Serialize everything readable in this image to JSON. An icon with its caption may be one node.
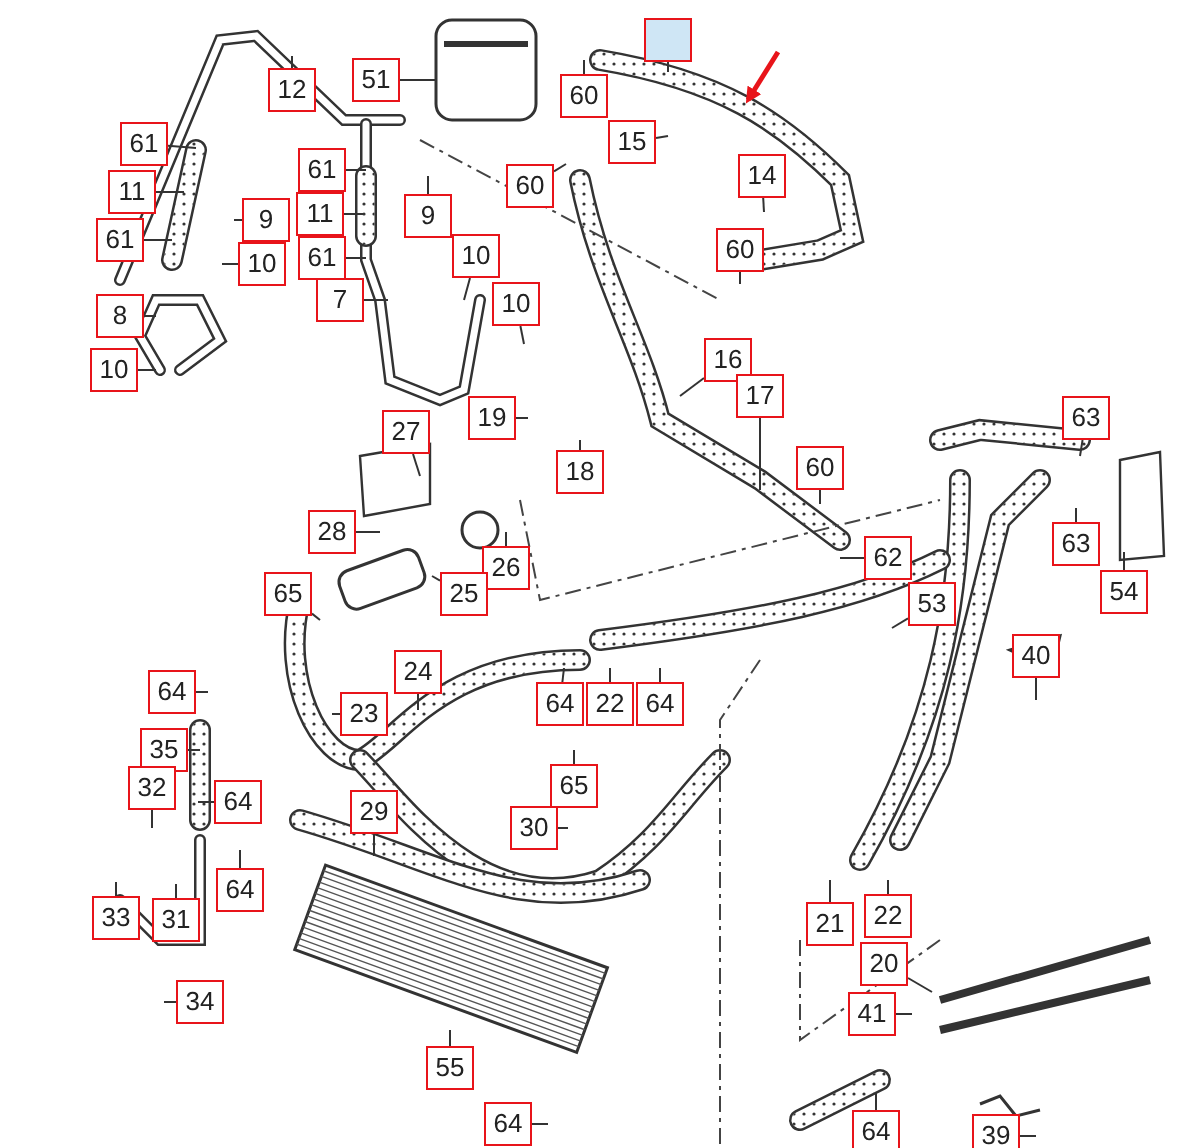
{
  "diagram": {
    "nodes": [
      {
        "text": [
          "12"
        ]
      },
      {
        "text": [
          "51"
        ]
      },
      {
        "text": [
          "60"
        ]
      },
      {
        "text": [],
        "shape": "box"
      },
      {
        "text": [
          "15"
        ]
      },
      {
        "text": [
          "14"
        ]
      },
      {
        "text": [
          "61"
        ]
      },
      {
        "text": [
          "11"
        ]
      },
      {
        "text": [
          "61"
        ]
      },
      {
        "text": [
          "9"
        ]
      },
      {
        "text": [
          "10"
        ]
      },
      {
        "text": [
          "61"
        ]
      },
      {
        "text": [
          "11"
        ]
      },
      {
        "text": [
          "61"
        ]
      },
      {
        "text": [
          "60"
        ]
      },
      {
        "text": [
          "9"
        ]
      },
      {
        "text": [
          "10"
        ]
      },
      {
        "text": [
          "10"
        ]
      },
      {
        "text": [
          "60"
        ]
      },
      {
        "text": [
          "8"
        ]
      },
      {
        "text": [
          "10"
        ]
      },
      {
        "text": [
          "7"
        ]
      },
      {
        "text": [
          "16"
        ]
      },
      {
        "text": [
          "17"
        ]
      },
      {
        "text": [
          "19"
        ]
      },
      {
        "text": [
          "27"
        ]
      },
      {
        "text": [
          "18"
        ]
      },
      {
        "text": [
          "60"
        ]
      },
      {
        "text": [
          "63"
        ]
      },
      {
        "text": [
          "28"
        ]
      },
      {
        "text": [
          "26"
        ]
      },
      {
        "text": [
          "25"
        ]
      },
      {
        "text": [
          "65"
        ]
      },
      {
        "text": [
          "62"
        ]
      },
      {
        "text": [
          "53"
        ]
      },
      {
        "text": [
          "63"
        ]
      },
      {
        "text": [
          "54"
        ]
      },
      {
        "text": [
          "40"
        ]
      },
      {
        "text": [
          "24"
        ]
      },
      {
        "text": [
          "23"
        ]
      },
      {
        "text": [
          "64"
        ]
      },
      {
        "text": [
          "64"
        ]
      },
      {
        "text": [
          "22"
        ]
      },
      {
        "text": [
          "64"
        ]
      },
      {
        "text": [
          "35"
        ]
      },
      {
        "text": [
          "65"
        ]
      },
      {
        "text": [
          "32"
        ]
      },
      {
        "text": [
          "64"
        ]
      },
      {
        "text": [
          "29"
        ]
      },
      {
        "text": [
          "30"
        ]
      },
      {
        "text": [
          "64"
        ]
      },
      {
        "text": [
          "33"
        ]
      },
      {
        "text": [
          "31"
        ]
      },
      {
        "text": [
          "34"
        ]
      },
      {
        "text": [
          "55"
        ]
      },
      {
        "text": [
          "21"
        ]
      },
      {
        "text": [
          "22"
        ]
      },
      {
        "text": [
          "20"
        ]
      },
      {
        "text": [
          "41"
        ]
      },
      {
        "text": [
          "64"
        ]
      },
      {
        "text": [
          "64"
        ]
      },
      {
        "text": [
          "39"
        ]
      }
    ],
    "edges": [
      {
        "from": 0,
        "to": null,
        "arrow": "none"
      },
      {
        "from": 1,
        "to": null,
        "arrow": "none"
      },
      {
        "from": 2,
        "to": null,
        "arrow": "none"
      },
      {
        "from": 3,
        "to": null,
        "arrow": "none"
      },
      {
        "from": 4,
        "to": null,
        "arrow": "none"
      },
      {
        "from": 5,
        "to": null,
        "arrow": "none"
      },
      {
        "from": 6,
        "to": null,
        "arrow": "none"
      },
      {
        "from": 7,
        "to": null,
        "arrow": "none"
      },
      {
        "from": 8,
        "to": null,
        "arrow": "none"
      },
      {
        "from": 9,
        "to": null,
        "arrow": "none"
      },
      {
        "from": 10,
        "to": null,
        "arrow": "none"
      },
      {
        "from": 11,
        "to": null,
        "arrow": "none"
      },
      {
        "from": 12,
        "to": null,
        "arrow": "none"
      },
      {
        "from": 13,
        "to": null,
        "arrow": "none"
      },
      {
        "from": 14,
        "to": null,
        "arrow": "none"
      },
      {
        "from": 15,
        "to": null,
        "arrow": "none"
      },
      {
        "from": 16,
        "to": null,
        "arrow": "none"
      },
      {
        "from": 17,
        "to": null,
        "arrow": "none"
      },
      {
        "from": 18,
        "to": null,
        "arrow": "none"
      },
      {
        "from": 19,
        "to": null,
        "arrow": "none"
      },
      {
        "from": 20,
        "to": null,
        "arrow": "none"
      },
      {
        "from": 21,
        "to": null,
        "arrow": "none"
      },
      {
        "from": 22,
        "to": null,
        "arrow": "none"
      },
      {
        "from": 23,
        "to": null,
        "arrow": "none"
      },
      {
        "from": 24,
        "to": null,
        "arrow": "none"
      },
      {
        "from": 25,
        "to": null,
        "arrow": "none"
      },
      {
        "from": 26,
        "to": null,
        "arrow": "none"
      },
      {
        "from": 27,
        "to": null,
        "arrow": "none"
      },
      {
        "from": 28,
        "to": null,
        "arrow": "none"
      },
      {
        "from": 29,
        "to": null,
        "arrow": "none"
      },
      {
        "from": 30,
        "to": null,
        "arrow": "none"
      },
      {
        "from": 31,
        "to": null,
        "arrow": "none"
      },
      {
        "from": 32,
        "to": null,
        "arrow": "none"
      },
      {
        "from": 33,
        "to": null,
        "arrow": "none"
      },
      {
        "from": 34,
        "to": null,
        "arrow": "none"
      },
      {
        "from": 35,
        "to": null,
        "arrow": "none"
      },
      {
        "from": 36,
        "to": null,
        "arrow": "none"
      },
      {
        "from": 37,
        "to": null,
        "arrow": "none"
      },
      {
        "from": 38,
        "to": null,
        "arrow": "none"
      },
      {
        "from": 39,
        "to": null,
        "arrow": "none"
      },
      {
        "from": 40,
        "to": null,
        "arrow": "none"
      },
      {
        "from": 41,
        "to": null,
        "arrow": "none"
      },
      {
        "from": 42,
        "to": null,
        "arrow": "none"
      },
      {
        "from": 43,
        "to": null,
        "arrow": "none"
      },
      {
        "from": 44,
        "to": null,
        "arrow": "none"
      },
      {
        "from": 45,
        "to": null,
        "arrow": "none"
      },
      {
        "from": 46,
        "to": null,
        "arrow": "none"
      },
      {
        "from": 47,
        "to": null,
        "arrow": "none"
      },
      {
        "from": 48,
        "to": null,
        "arrow": "none"
      },
      {
        "from": 49,
        "to": null,
        "arrow": "none"
      },
      {
        "from": 50,
        "to": null,
        "arrow": "none"
      },
      {
        "from": 51,
        "to": null,
        "arrow": "none"
      },
      {
        "from": 52,
        "to": null,
        "arrow": "none"
      },
      {
        "from": 53,
        "to": null,
        "arrow": "none"
      },
      {
        "from": 54,
        "to": null,
        "arrow": "none"
      },
      {
        "from": 55,
        "to": null,
        "arrow": "none"
      },
      {
        "from": 56,
        "to": null,
        "arrow": "none"
      },
      {
        "from": 57,
        "to": null,
        "arrow": "none"
      },
      {
        "from": 58,
        "to": null,
        "arrow": "none"
      },
      {
        "from": 59,
        "to": null,
        "arrow": "none"
      },
      {
        "from": 60,
        "to": null,
        "arrow": "none"
      },
      {
        "from": 61,
        "to": null,
        "arrow": "none"
      }
    ]
  }
}
